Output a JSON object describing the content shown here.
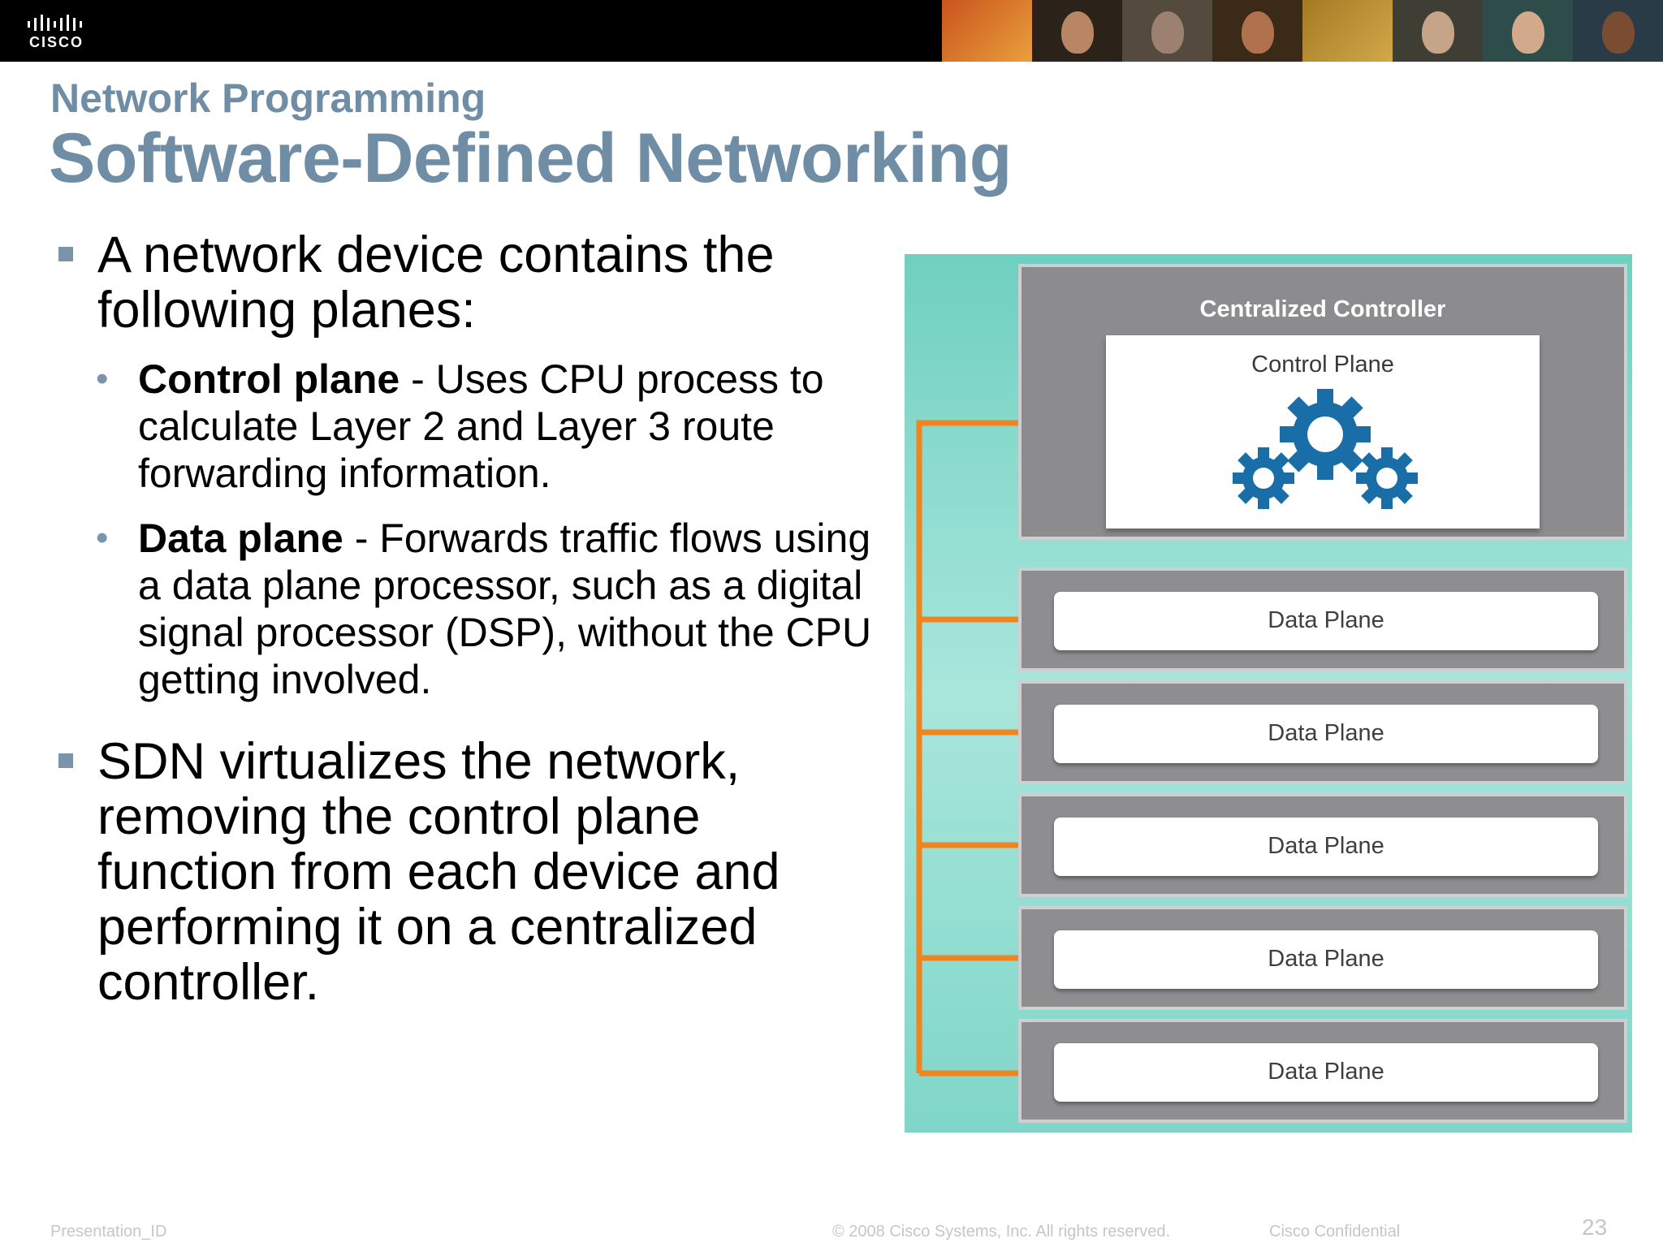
{
  "header": {
    "logo_text": "CISCO",
    "photos": [
      "photo-1",
      "photo-2",
      "photo-3",
      "photo-4",
      "photo-5",
      "photo-6",
      "photo-7",
      "photo-8"
    ]
  },
  "slide": {
    "subtitle": "Network Programming",
    "title": "Software-Defined Networking"
  },
  "bullets": {
    "b1": "A network device contains the following planes:",
    "sub1_bold": "Control plane",
    "sub1_rest": " - Uses CPU process to calculate Layer 2 and Layer 3 route forwarding information.",
    "sub2_bold": "Data plane",
    "sub2_rest": " - Forwards traffic flows using a data plane processor, such as a digital signal processor (DSP), without the CPU getting involved.",
    "b2": "SDN virtualizes the network, removing the control plane function from each device and performing it on a centralized controller."
  },
  "diagram": {
    "controller_label": "Centralized Controller",
    "control_plane_label": "Control Plane",
    "data_planes": [
      "Data Plane",
      "Data Plane",
      "Data Plane",
      "Data Plane",
      "Data Plane"
    ],
    "colors": {
      "arrow": "#f0841f",
      "gear": "#1a6ea8",
      "box": "#8e8e91",
      "background": "#7fd6c8"
    }
  },
  "footer": {
    "presentation_id": "Presentation_ID",
    "copyright": "© 2008 Cisco Systems, Inc. All rights reserved.",
    "confidential": "Cisco Confidential",
    "page_number": "23"
  }
}
